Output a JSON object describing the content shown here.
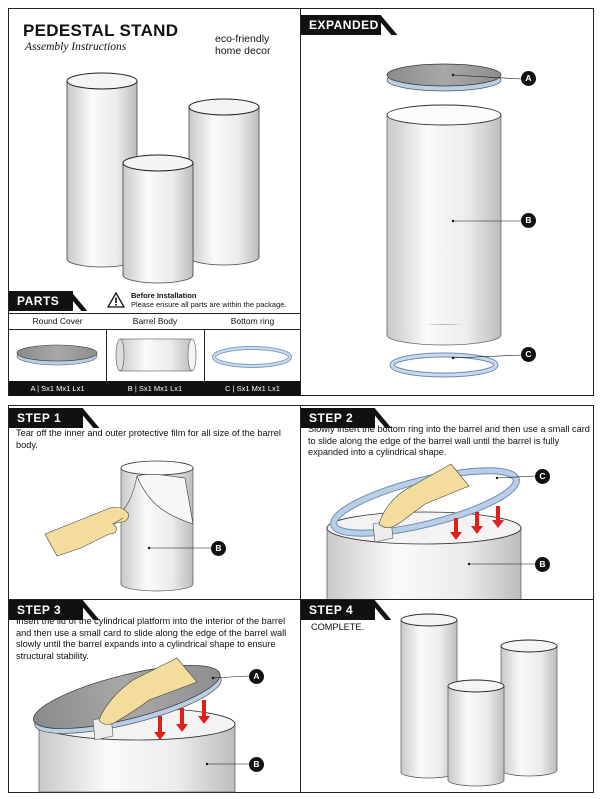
{
  "cover": {
    "title": "PEDESTAL STAND",
    "subtitle": "Assembly Instructions",
    "tagline_line1": "eco-friendly",
    "tagline_line2": "home decor"
  },
  "parts": {
    "tab": "PARTS",
    "warning_title": "Before Installation",
    "warning_text": "Please ensure all parts are within the package.",
    "items": [
      {
        "name": "Round Cover",
        "code": "A  |  Sx1 Mx1 Lx1"
      },
      {
        "name": "Barrel Body",
        "code": "B  |  Sx1 Mx1 Lx1"
      },
      {
        "name": "Bottom ring",
        "code": "C  |  Sx1 Mx1 Lx1"
      }
    ]
  },
  "expanded": {
    "tab": "EXPANDED",
    "labels": [
      "A",
      "B",
      "C"
    ]
  },
  "steps": [
    {
      "tab": "STEP 1",
      "text": "Tear off the inner and outer protective film for all size of the barrel body.",
      "labels": [
        "B"
      ]
    },
    {
      "tab": "STEP 2",
      "text": "Slowly insert the bottom ring into the barrel and then use a small card to slide along the edge of the barrel wall until the barrel is fully expanded into a cylindrical shape.",
      "labels": [
        "C",
        "B"
      ]
    },
    {
      "tab": "STEP 3",
      "text": "Insert the lid of the cylindrical platform into the interior of the barrel and then use a small card to slide along the edge of the barrel wall slowly until the barrel expands into a cylindrical shape to ensure structural stability.",
      "labels": [
        "A",
        "B"
      ]
    },
    {
      "tab": "STEP 4",
      "text": "COMPLETE.",
      "labels": []
    }
  ],
  "colors": {
    "lid_grey": "#9c9c9c",
    "ring_blue": "#b9cfe8",
    "arrow_red": "#e0201b",
    "hand_skin": "#f4dd9c",
    "card_white": "#ececec"
  }
}
